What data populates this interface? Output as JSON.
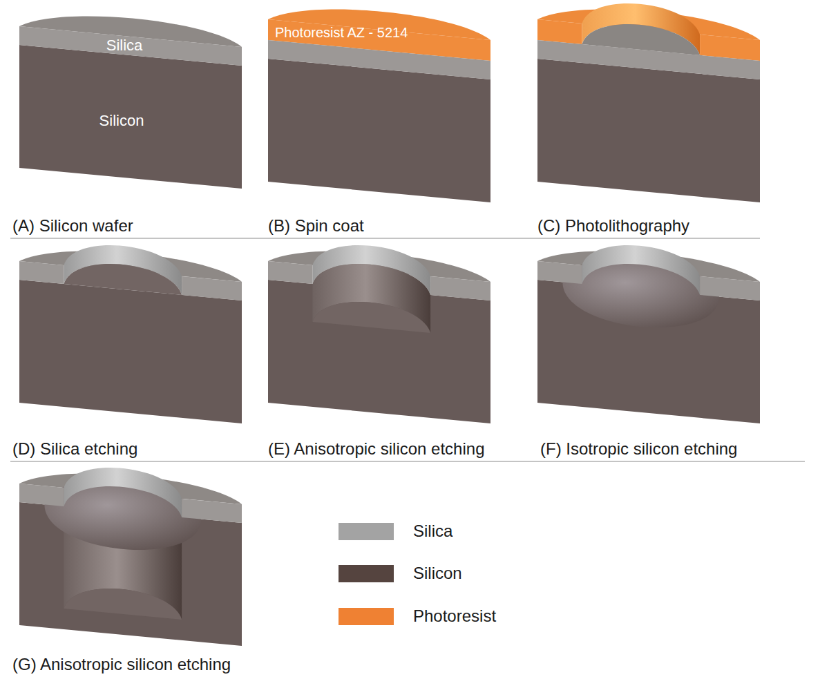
{
  "diagram": {
    "labels": [
      "Silica",
      "Silicon",
      "Photoresist AZ - 5214",
      "(A) Silicon wafer",
      "(B) Spin coat",
      "(C) Photolithography",
      "(D) Silica etching",
      "(E) Anisotropic silicon etching",
      "(F) Isotropic silicon etching",
      "(G) Anisotropic silicon etching"
    ],
    "legend": [
      {
        "text": "Silica",
        "color": "#a3a3a3"
      },
      {
        "text": "Silicon",
        "color": "#55443f"
      },
      {
        "text": "Photoresist",
        "color": "#ef8133"
      }
    ]
  }
}
